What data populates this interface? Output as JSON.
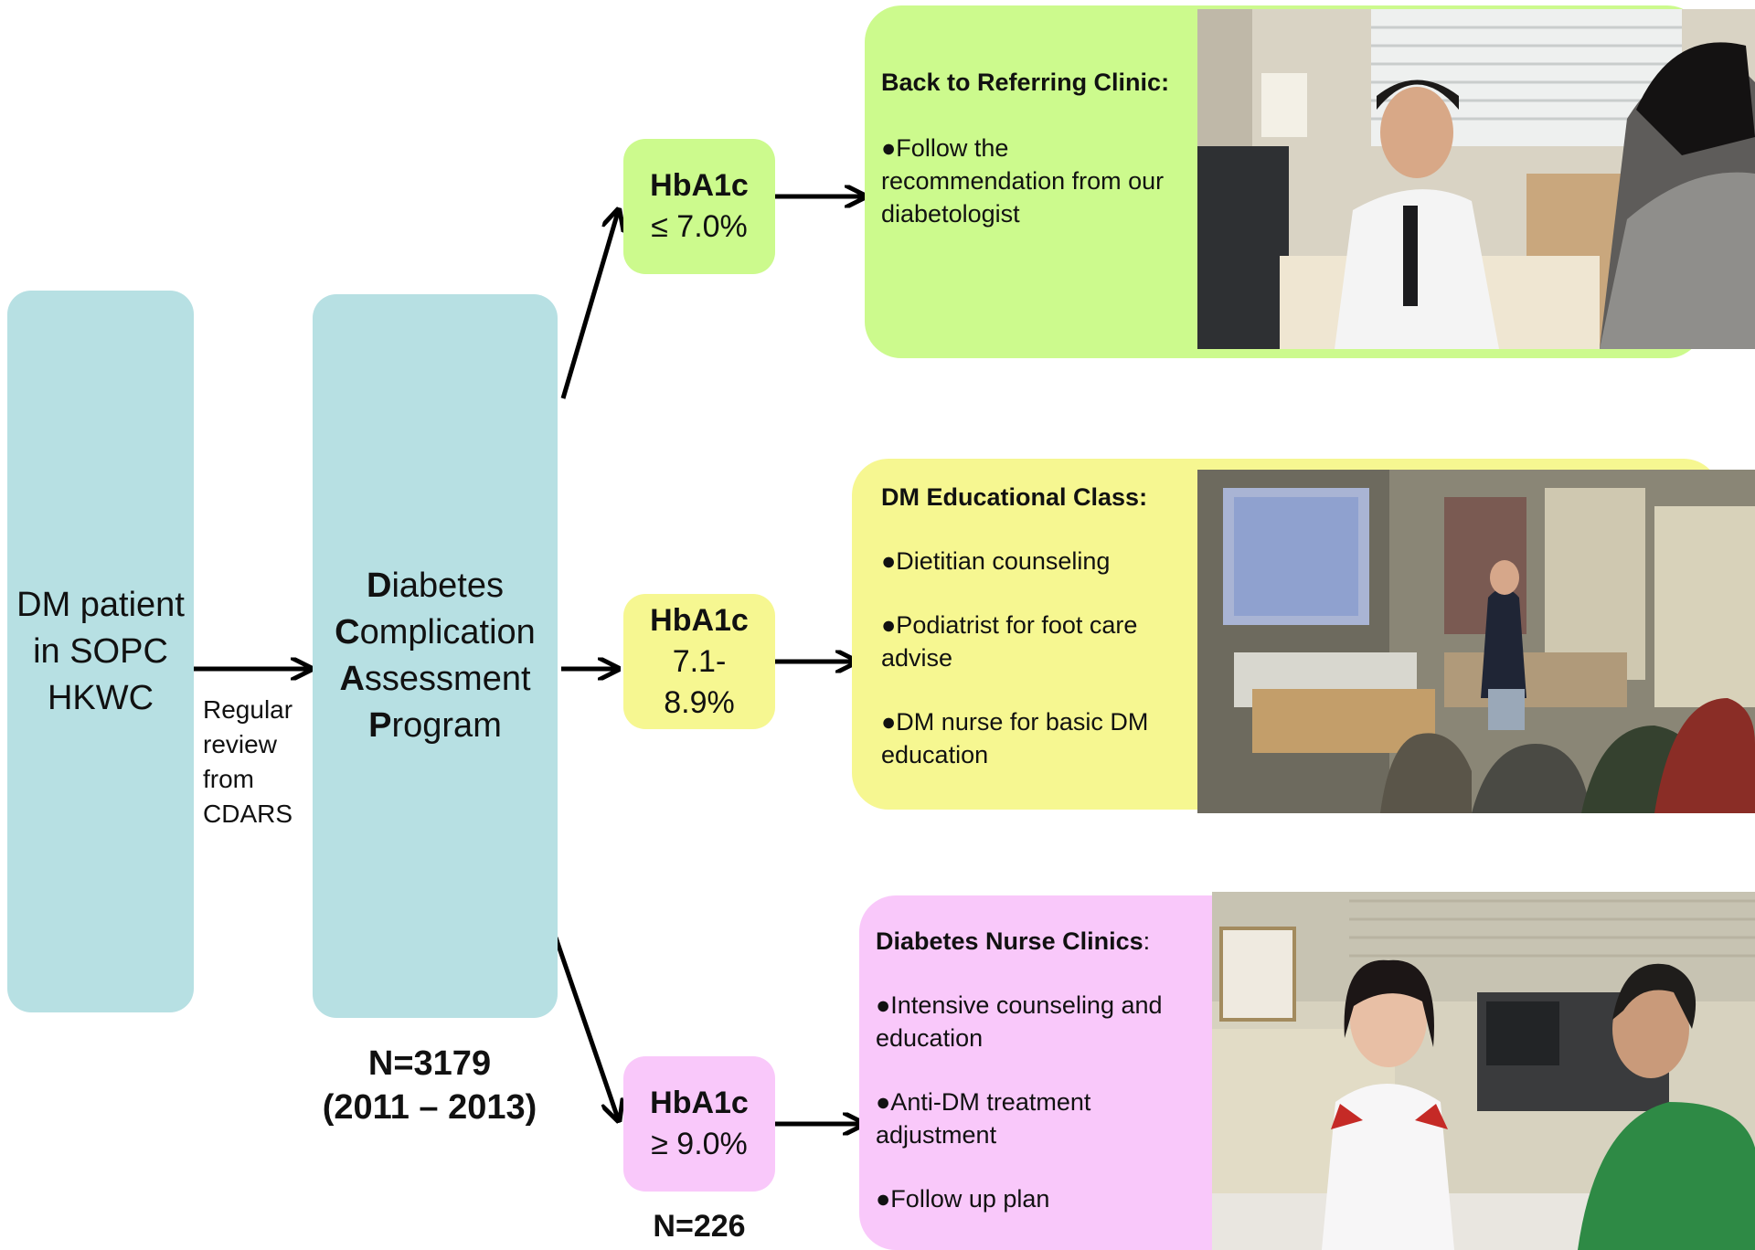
{
  "left_box": {
    "lines": [
      "DM patient",
      "in SOPC",
      "HKWC"
    ]
  },
  "review_note": {
    "lines": [
      "Regular",
      "review",
      "from",
      "CDARS"
    ]
  },
  "program_box": {
    "lines": [
      {
        "initial": "D",
        "rest": "iabetes"
      },
      {
        "initial": "C",
        "rest": "omplication"
      },
      {
        "initial": "A",
        "rest": "ssessment"
      },
      {
        "initial": "P",
        "rest": "rogram"
      }
    ]
  },
  "program_count": {
    "n": "N=3179",
    "years": "(2011 – 2013)"
  },
  "branches": [
    {
      "hba_title": "HbA1c",
      "hba_value": "≤ 7.0%",
      "panel_title": "Back to Referring Clinic:",
      "items": [
        "●Follow the recommendation from our diabetologist"
      ],
      "photo_icon": "doctor-consultation-photo",
      "color": "#ccfa8d"
    },
    {
      "hba_title": "HbA1c",
      "hba_value": "7.1- 8.9%",
      "panel_title": "DM Educational Class:",
      "items": [
        "●Dietitian counseling",
        "●Podiatrist for foot care advise",
        "●DM nurse for basic DM education"
      ],
      "photo_icon": "education-class-photo",
      "color": "#f6f791"
    },
    {
      "hba_title": "HbA1c",
      "hba_value": "≥ 9.0%",
      "panel_title": "Diabetes Nurse Clinics",
      "panel_title_suffix": ":",
      "items": [
        "●Intensive counseling and education",
        "●Anti-DM treatment adjustment",
        "●Follow up plan"
      ],
      "photo_icon": "nurse-clinic-photo",
      "color": "#f9c8fa"
    }
  ],
  "bottom_count": "N=226"
}
